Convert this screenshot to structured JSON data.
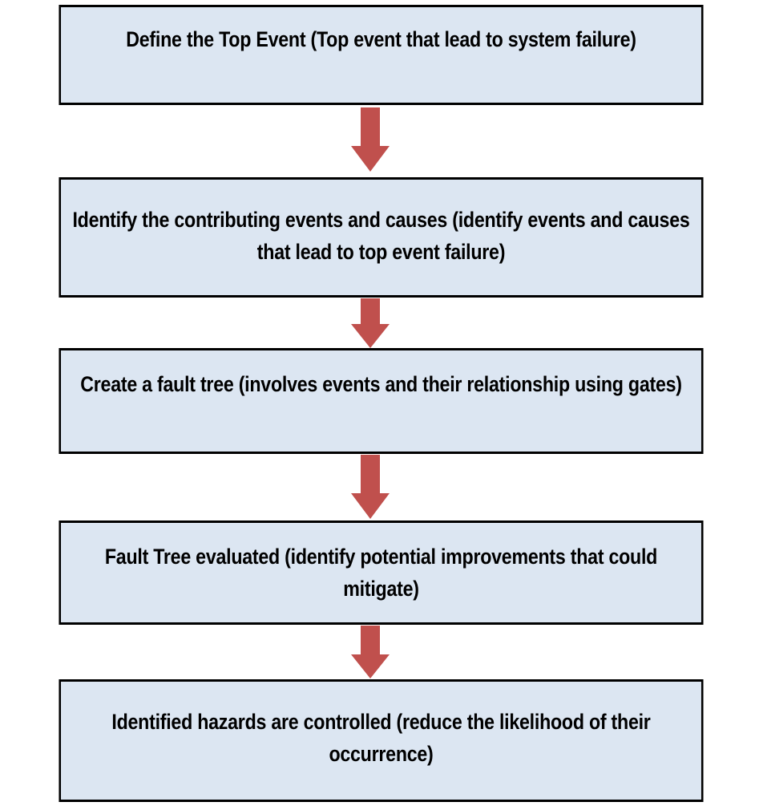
{
  "flowchart": {
    "steps": [
      {
        "label": "Define the Top Event (Top event that lead to system failure)"
      },
      {
        "label": "Identify the contributing events and causes (identify events and causes that lead to top event failure)"
      },
      {
        "label": "Create a fault tree (involves events and their relationship using gates)"
      },
      {
        "label": "Fault Tree evaluated (identify potential improvements that could mitigate)"
      },
      {
        "label": "Identified hazards are controlled (reduce the likelihood of their occurrence)"
      }
    ],
    "colors": {
      "box_fill": "#dce6f2",
      "box_border": "#000000",
      "arrow": "#c0504d"
    }
  }
}
